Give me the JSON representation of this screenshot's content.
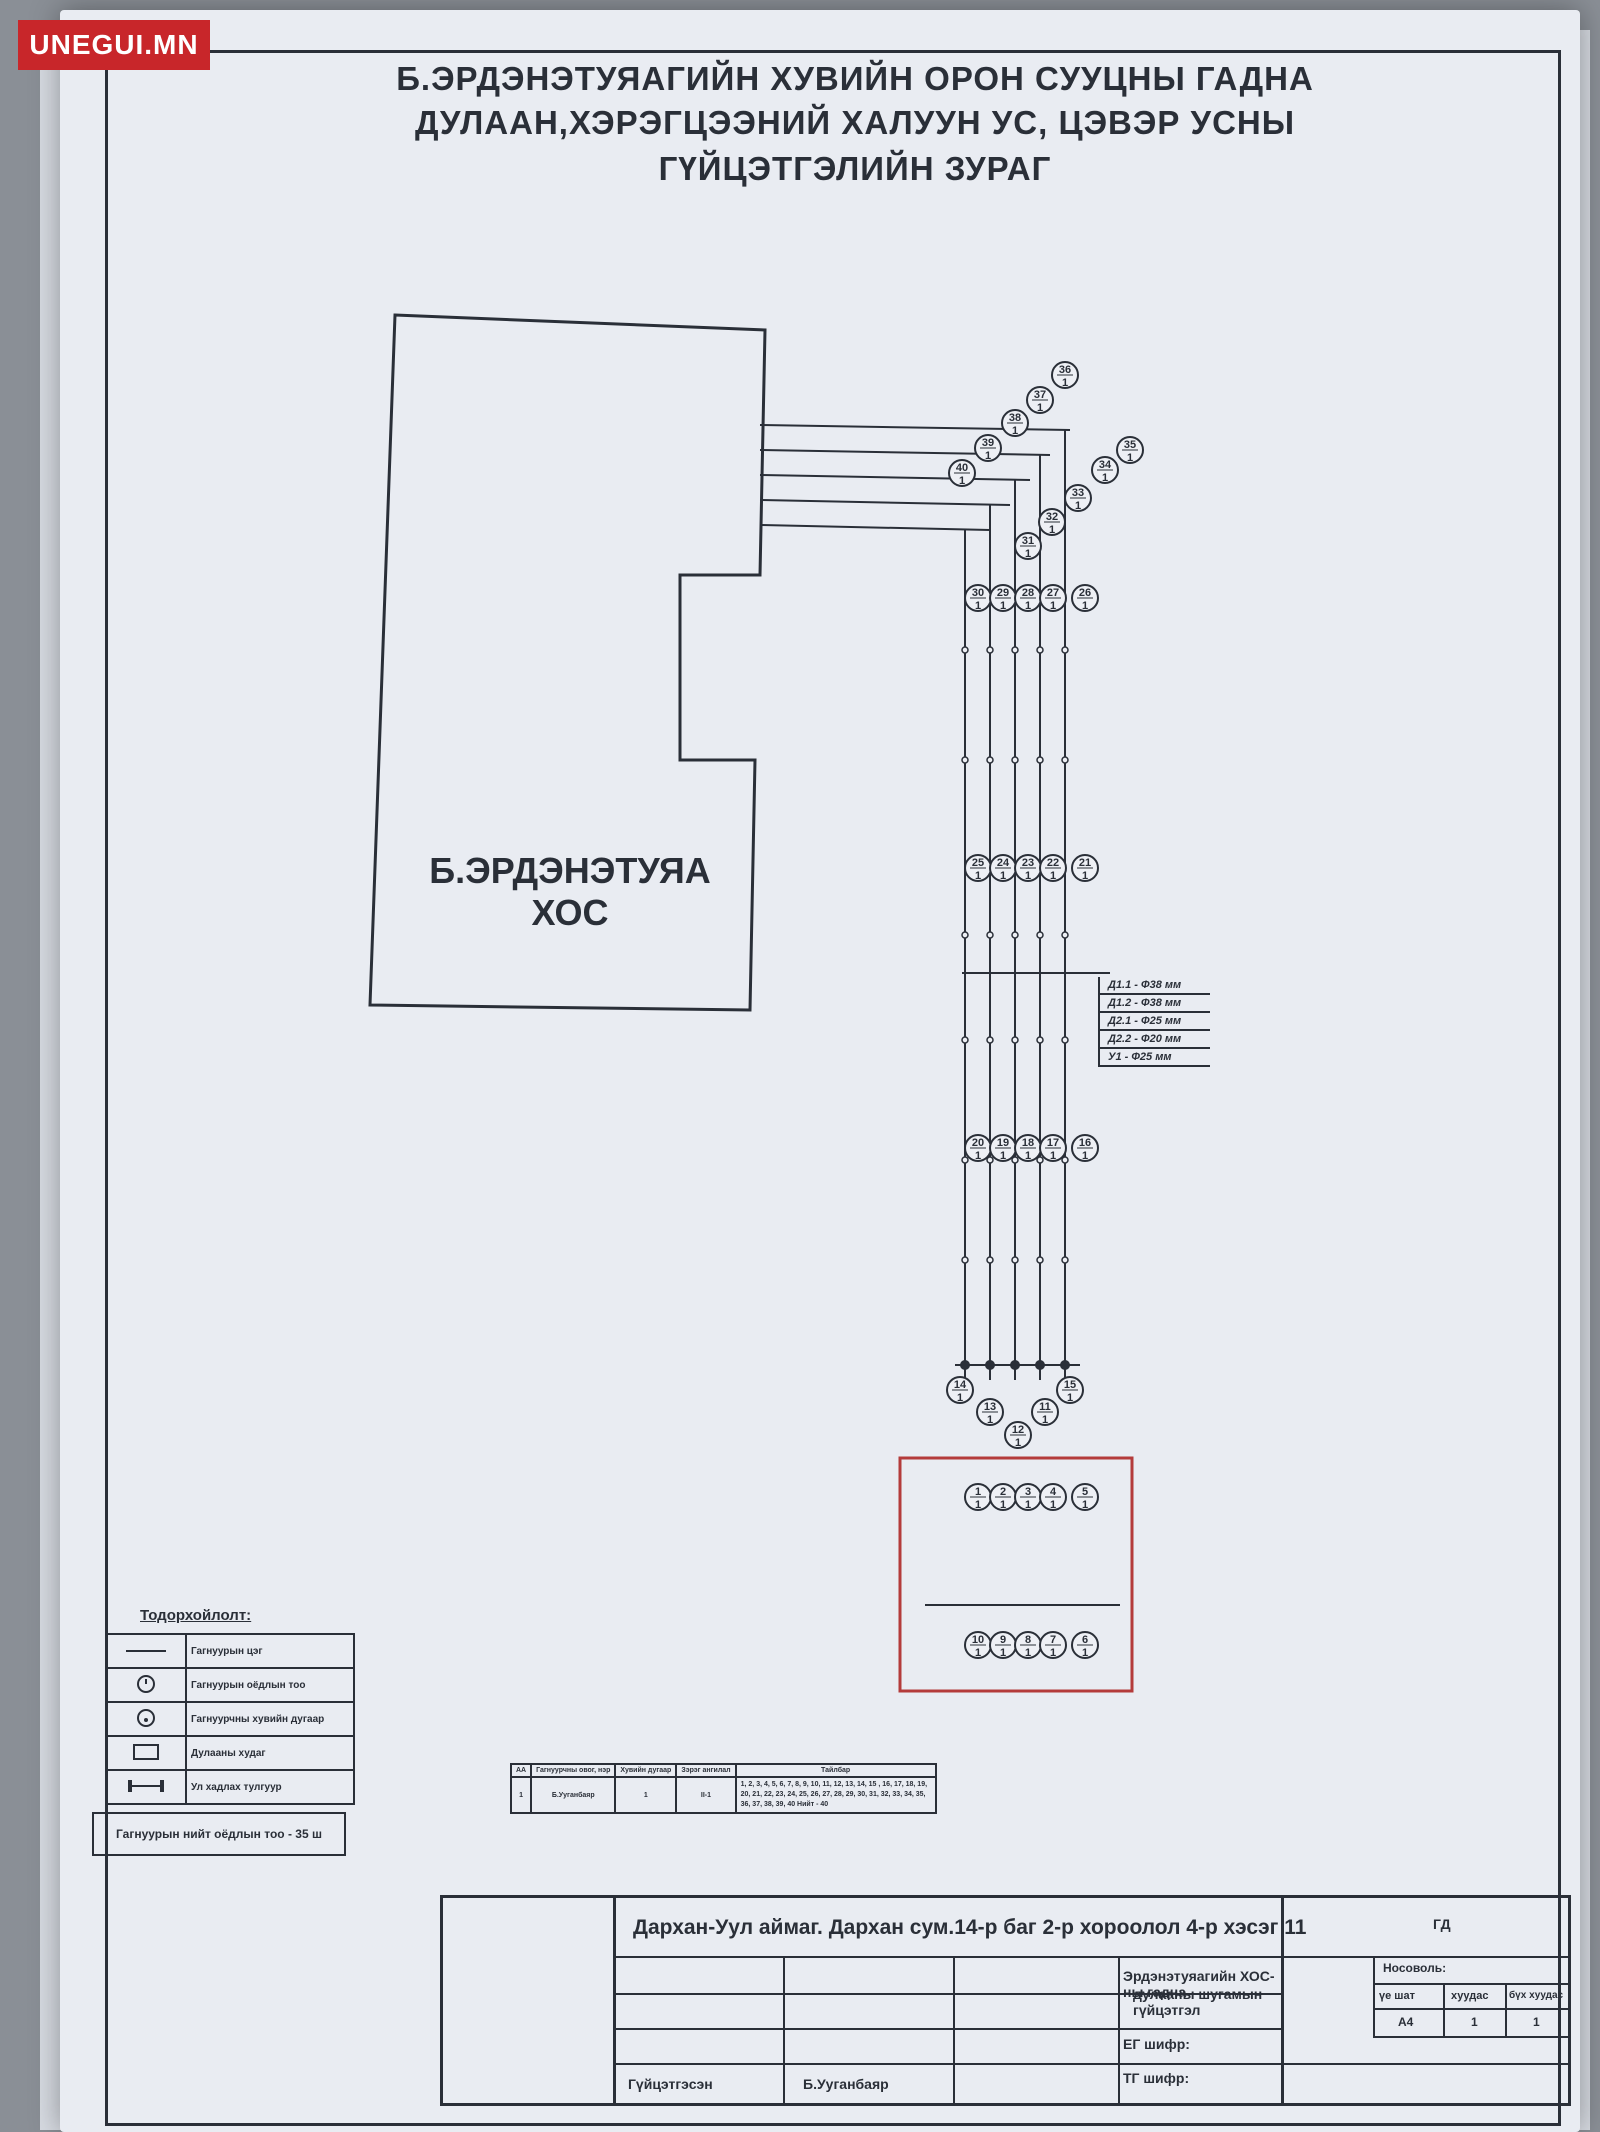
{
  "watermark": {
    "brand": "UNEGUI.MN"
  },
  "title": {
    "line1": "Б.ЭРДЭНЭТУЯАГИЙН ХУВИЙН ОРОН СУУЦНЫ ГАДНА",
    "line2": "ДУЛААН,ХЭРЭГЦЭЭНИЙ ХАЛУУН УС, ЦЭВЭР УСНЫ",
    "line3": "ГҮЙЦЭТГЭЛИЙН ЗУРАГ"
  },
  "building": {
    "line1": "Б.ЭРДЭНЭТУЯА",
    "line2": "ХОС"
  },
  "pipe_legend": [
    "Д1.1 - Ф38 мм",
    "Д1.2 - Ф38 мм",
    "Д2.1 - Ф25 мм",
    "Д2.2 - Ф20 мм",
    "У1 - Ф25 мм"
  ],
  "nodes": {
    "top": [
      "36",
      "37",
      "38",
      "35",
      "39",
      "34",
      "40",
      "33",
      "32",
      "31"
    ],
    "row1": [
      "30",
      "29",
      "28",
      "27",
      "26"
    ],
    "row2": [
      "25",
      "24",
      "23",
      "22",
      "21"
    ],
    "row3": [
      "20",
      "19",
      "18",
      "17",
      "16"
    ],
    "row4": [
      "14",
      "13",
      "12",
      "11",
      "15"
    ],
    "row5": [
      "1",
      "2",
      "3",
      "4",
      "5"
    ],
    "row6": [
      "10",
      "9",
      "8",
      "7",
      "6"
    ],
    "denominator": "1"
  },
  "legend": {
    "title": "Тодорхойлолт:",
    "items": [
      "Гагнуурын цэг",
      "Гагнуурын оёдлын тоо",
      "Гагнуурчны хувийн дугаар",
      "Дулааны худаг",
      "Ул хадлах тулгуур"
    ],
    "total": "Гагнуурын нийт оёдлын тоо - 35 ш"
  },
  "schedule": {
    "headers": [
      "АА",
      "Гагнуурчны овог, нэр",
      "Хувийн дугаар",
      "Зэрэг ангилал",
      "Тайлбар"
    ],
    "row": [
      "1",
      "Б.Ууганбаяр",
      "1",
      "II-1"
    ],
    "note": "1, 2, 3, 4, 5, 6, 7, 8, 9, 10, 11, 12, 13, 14, 15 , 16, 17, 18, 19, 20, 21, 22, 23, 24, 25, 26, 27, 28, 29, 30, 31, 32, 33, 34, 35, 36, 37, 38, 39, 40   Нийт - 40"
  },
  "stamp": {
    "address": "Дархан-Уул аймаг. Дархан сум.14-р баг 2-р хороолол 4-р хэсэг 11",
    "code": "ГД",
    "project_line1": "Эрдэнэтуяагийн ХОС-ны гадна",
    "project_line2": "дулааны шугамын гүйцэтгэл",
    "eg": "ЕГ шифр:",
    "tg": "ТГ шифр:",
    "nosvol": "Носоволь:",
    "stage_label": "үе шат",
    "sheet_label": "хуудас",
    "sheets_label": "бүх хуудас",
    "stage": "А4",
    "sheet": "1",
    "sheets": "1",
    "performed_label": "Гүйцэтгэсэн",
    "performed_by": "Б.Ууганбаяр"
  }
}
